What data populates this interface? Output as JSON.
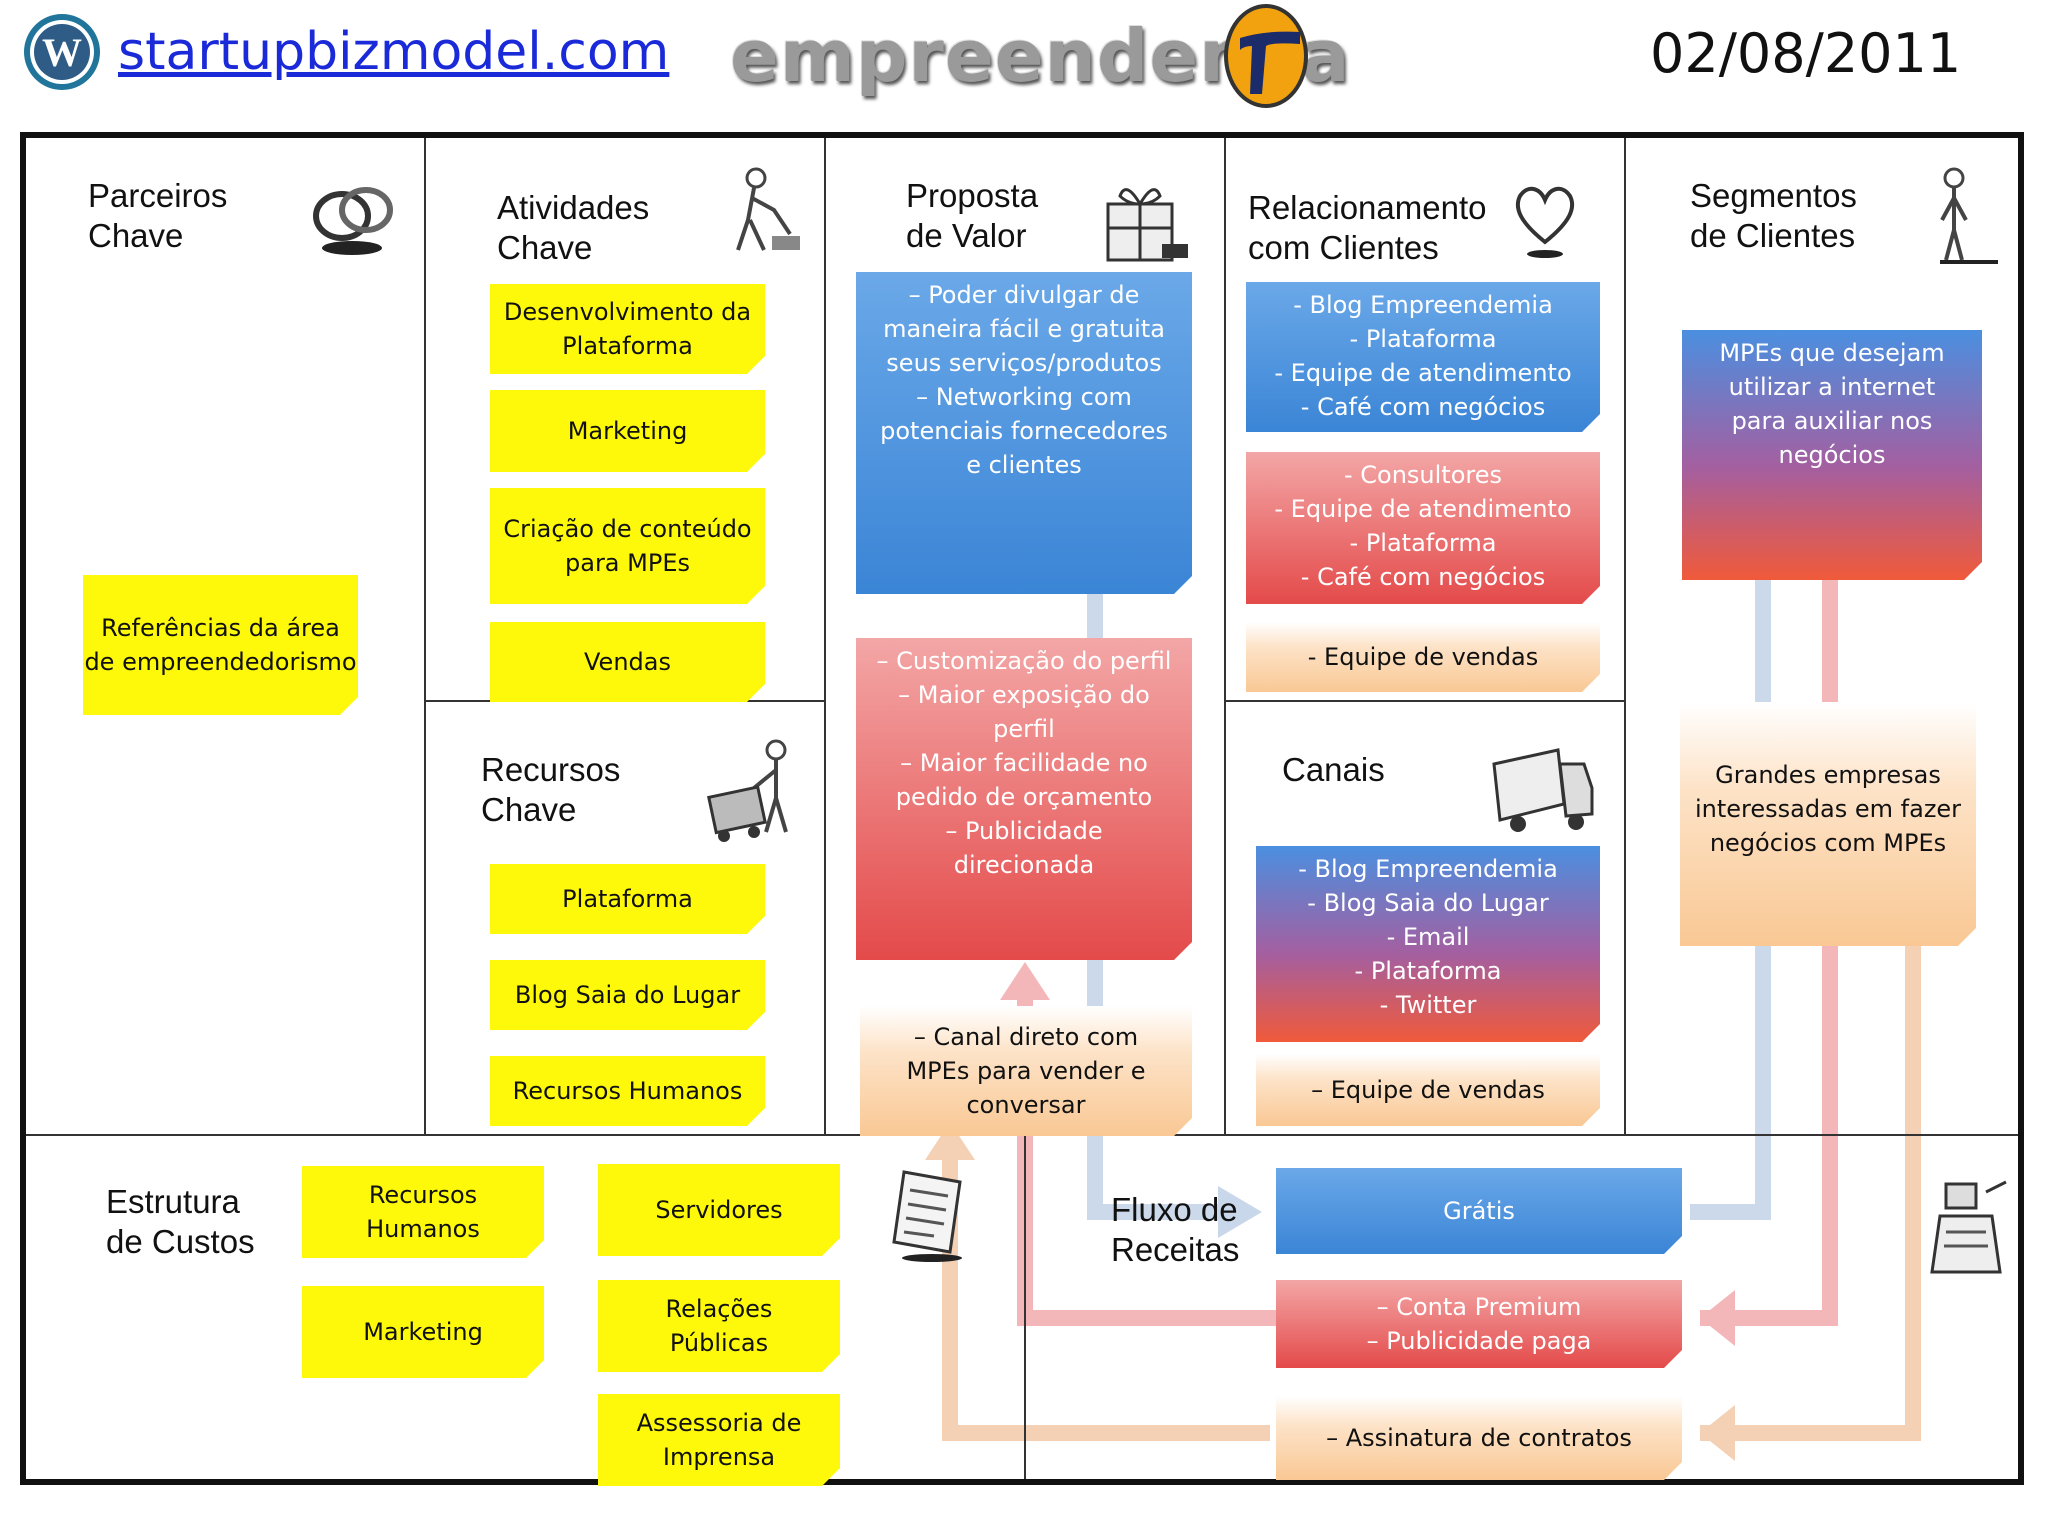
{
  "header": {
    "site": "startupbizmodel.com",
    "brand": "empreendemia",
    "date": "02/08/2011",
    "icons": [
      "wordpress-icon",
      "empreendemia-logo-icon"
    ]
  },
  "sections": {
    "parceiros": "Parceiros\nChave",
    "atividades": "Atividades\nChave",
    "proposta": "Proposta\nde Valor",
    "relacionamento": "Relacionamento\ncom Clientes",
    "segmentos": "Segmentos\nde Clientes",
    "recursos": "Recursos\nChave",
    "canais": "Canais",
    "custos": "Estrutura\nde Custos",
    "receitas": "Fluxo de\nReceitas"
  },
  "notes": {
    "parceiros": [
      "Referências da área de empreendedorismo"
    ],
    "atividades": [
      "Desenvolvimento da Plataforma",
      "Marketing",
      "Criação de conteúdo para MPEs",
      "Vendas"
    ],
    "recursos": [
      "Plataforma",
      "Blog Saia do Lugar",
      "Recursos Humanos"
    ],
    "proposta_blue": [
      "–  Poder divulgar de maneira fácil e gratuita seus serviços/produtos",
      "–  Networking com potenciais fornecedores e clientes"
    ],
    "proposta_red": [
      "–  Customização do perfil",
      "–  Maior exposição do perfil",
      "–  Maior facilidade no pedido de orçamento",
      "–  Publicidade direcionada"
    ],
    "proposta_orange": [
      "–  Canal direto com MPEs para vender e conversar"
    ],
    "relac_blue": [
      "-   Blog Empreendemia",
      "-   Plataforma",
      "-   Equipe de atendimento",
      "-   Café com negócios"
    ],
    "relac_red": [
      "-   Consultores",
      "-   Equipe de atendimento",
      "-   Plataforma",
      "-   Café com negócios"
    ],
    "relac_orange": [
      "-   Equipe de vendas"
    ],
    "canais_blue": [
      "-   Blog Empreendemia",
      "-   Blog Saia do Lugar",
      "-   Email",
      "-   Plataforma",
      "-   Twitter"
    ],
    "canais_orange": [
      "–  Equipe de vendas"
    ],
    "segmentos_bluered": "MPEs que desejam utilizar a internet para auxiliar nos negócios",
    "segmentos_orange": "Grandes empresas interessadas em fazer negócios com MPEs",
    "custos": [
      "Recursos Humanos",
      "Servidores",
      "Marketing",
      "Relações Públicas",
      "Assessoria de Imprensa"
    ],
    "receitas_blue": "Grátis",
    "receitas_red": [
      "–  Conta Premium",
      "–  Publicidade paga"
    ],
    "receitas_orange": "–  Assinatura de contratos"
  },
  "colors": {
    "yellow_note": "#fef90a",
    "blue_note": "#3b85d6",
    "red_note": "#e44a4a",
    "orange_note": "#f9c894",
    "frame": "#111111",
    "link": "#1a2ad8"
  },
  "section_icons": [
    "rings-icon",
    "worker-icon",
    "gift-icon",
    "heart-icon",
    "person-icon",
    "worker-cart-icon",
    "truck-icon",
    "receipt-icon",
    "cash-register-icon"
  ]
}
